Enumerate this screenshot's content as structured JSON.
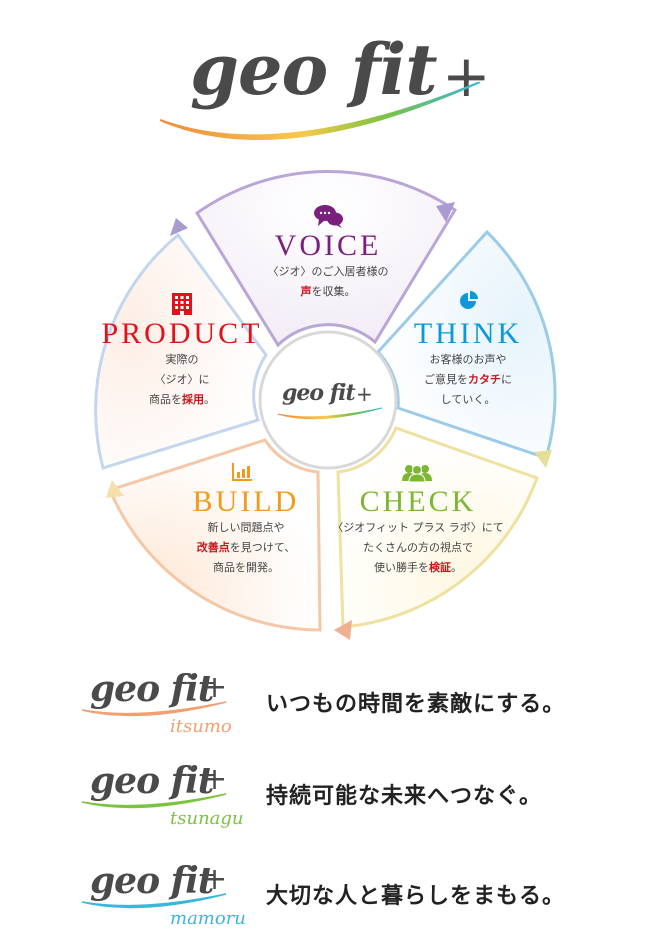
{
  "brand": {
    "logo_text": "geo fit",
    "logo_plus": "+",
    "swoosh_colors": [
      "#f08a3c",
      "#f7c948",
      "#7cc242",
      "#3ab7d8"
    ]
  },
  "cycle": {
    "center_logo_text": "geo fit",
    "center_logo_plus": "+",
    "segments": [
      {
        "key": "voice",
        "title": "VOICE",
        "color": "#7b1f7e",
        "icon": "speech-bubbles-icon",
        "lines": [
          {
            "parts": [
              {
                "text": "〈ジオ〉のご入居者様の",
                "hl": false
              }
            ]
          },
          {
            "parts": [
              {
                "text": "声",
                "hl": true
              },
              {
                "text": "を収集。",
                "hl": false
              }
            ]
          }
        ]
      },
      {
        "key": "think",
        "title": "THINK",
        "color": "#0a9ad9",
        "icon": "pie-chart-icon",
        "lines": [
          {
            "parts": [
              {
                "text": "お客様のお声や",
                "hl": false
              }
            ]
          },
          {
            "parts": [
              {
                "text": "ご意見を",
                "hl": false
              },
              {
                "text": "カタチ",
                "hl": true
              },
              {
                "text": "に",
                "hl": false
              }
            ]
          },
          {
            "parts": [
              {
                "text": "していく。",
                "hl": false
              }
            ]
          }
        ]
      },
      {
        "key": "check",
        "title": "CHECK",
        "color": "#7cb733",
        "icon": "people-group-icon",
        "lines": [
          {
            "parts": [
              {
                "text": "〈ジオフィット プラス ラボ〉にて",
                "hl": false
              }
            ]
          },
          {
            "parts": [
              {
                "text": "たくさんの方の視点で",
                "hl": false
              }
            ]
          },
          {
            "parts": [
              {
                "text": "使い勝手を",
                "hl": false
              },
              {
                "text": "検証",
                "hl": true
              },
              {
                "text": "。",
                "hl": false
              }
            ]
          }
        ]
      },
      {
        "key": "build",
        "title": "BUILD",
        "color": "#f29a1b",
        "icon": "bar-chart-icon",
        "lines": [
          {
            "parts": [
              {
                "text": "新しい問題点や",
                "hl": false
              }
            ]
          },
          {
            "parts": [
              {
                "text": "改善点",
                "hl": true
              },
              {
                "text": "を見つけて、",
                "hl": false
              }
            ]
          },
          {
            "parts": [
              {
                "text": "商品を開発。",
                "hl": false
              }
            ]
          }
        ]
      },
      {
        "key": "product",
        "title": "PRODUCT",
        "color": "#e0121c",
        "icon": "building-icon",
        "lines": [
          {
            "parts": [
              {
                "text": "実際の",
                "hl": false
              }
            ]
          },
          {
            "parts": [
              {
                "text": "〈ジオ〉に",
                "hl": false
              }
            ]
          },
          {
            "parts": [
              {
                "text": "商品を",
                "hl": false
              },
              {
                "text": "採用",
                "hl": true
              },
              {
                "text": "。",
                "hl": false
              }
            ]
          }
        ]
      }
    ]
  },
  "taglines": [
    {
      "key": "itsumo",
      "sub": "itsumo",
      "color": "#f0a070",
      "slogan": "いつもの時間を素敵にする。"
    },
    {
      "key": "tsunagu",
      "sub": "tsunagu",
      "color": "#7cc242",
      "slogan": "持続可能な未来へつなぐ。"
    },
    {
      "key": "mamoru",
      "sub": "mamoru",
      "color": "#3ab7d8",
      "slogan": "大切な人と暮らしをまもる。"
    }
  ]
}
